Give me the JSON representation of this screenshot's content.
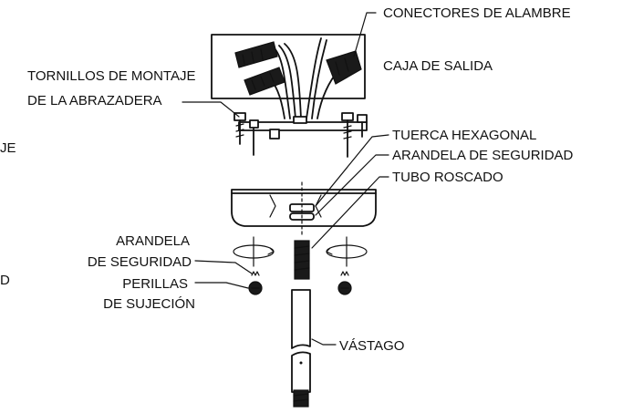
{
  "diagram": {
    "labels": {
      "wire_connectors": "CONECTORES DE ALAMBRE",
      "outlet_box": "CAJA DE SALIDA",
      "bracket_screws_line1": "TORNILLOS DE MONTAJE",
      "bracket_screws_line2": "DE LA ABRAZADERA",
      "hex_nut": "TUERCA HEXAGONAL",
      "lock_washer_top": "ARANDELA DE SEGURIDAD",
      "threaded_tube": "TUBO ROSCADO",
      "lock_washer_left_line1": "ARANDELA",
      "lock_washer_left_line2": "DE SEGURIDAD",
      "knobs_line1": "PERILLAS",
      "knobs_line2": "DE SUJECIÓN",
      "downrod": "VÁSTAGO",
      "cut_fragment_1": "JE",
      "cut_fragment_2": "D"
    }
  }
}
